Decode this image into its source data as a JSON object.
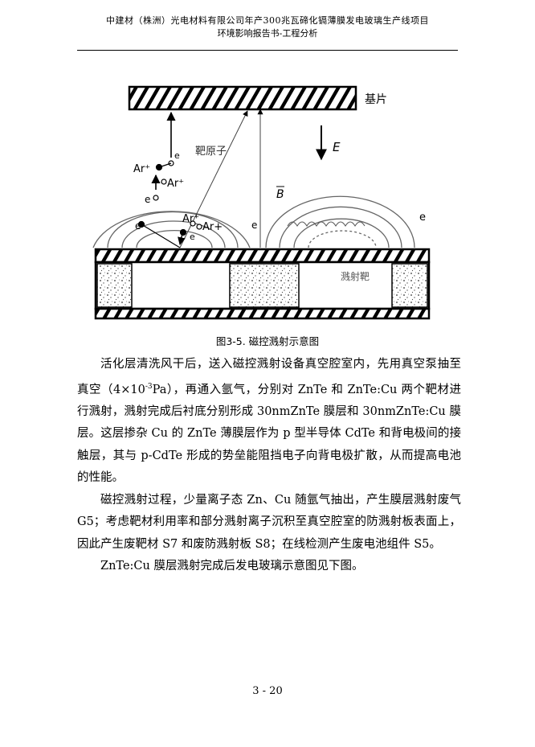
{
  "header": {
    "line1": "中建材（株洲）光电材料有限公司年产300兆瓦碲化镉薄膜发电玻璃生产线项目",
    "line2": "环境影响报告书-工程分析"
  },
  "figure": {
    "labels": {
      "substrate": "基片",
      "target_atom": "靶原子",
      "e_field": "E",
      "b_field": "B",
      "sputter_target": "溅射靶",
      "ar_plus": "Ar⁺",
      "ar_plus_alt": "Ar+",
      "electron": "e"
    },
    "caption": "图3-5. 磁控溅射示意图"
  },
  "body": {
    "p1a": "活化层清洗风干后，送入磁控溅射设备真空腔室内，先用真空泵抽至真空（4×10",
    "p1_sup": "-3",
    "p1b": "Pa），再通入氩气，分别对 ZnTe 和 ZnTe:Cu 两个靶材进行溅射，溅射完成后衬底分别形成 30nmZnTe 膜层和 30nmZnTe:Cu 膜层。这层掺杂 Cu 的 ZnTe 薄膜层作为 p 型半导体 CdTe 和背电极间的接触层，其与 p-CdTe 形成的势垒能阻挡电子向背电极扩散，从而提高电池的性能。",
    "p2": "磁控溅射过程，少量离子态 Zn、Cu 随氩气抽出，产生膜层溅射废气 G5；考虑靶材利用率和部分溅射离子沉积至真空腔室的防溅射板表面上，因此产生废靶材 S7 和废防溅射板 S8；在线检测产生废电池组件 S5。",
    "p3": "ZnTe:Cu 膜层溅射完成后发电玻璃示意图见下图。"
  },
  "footer": {
    "page": "3 - 20"
  }
}
